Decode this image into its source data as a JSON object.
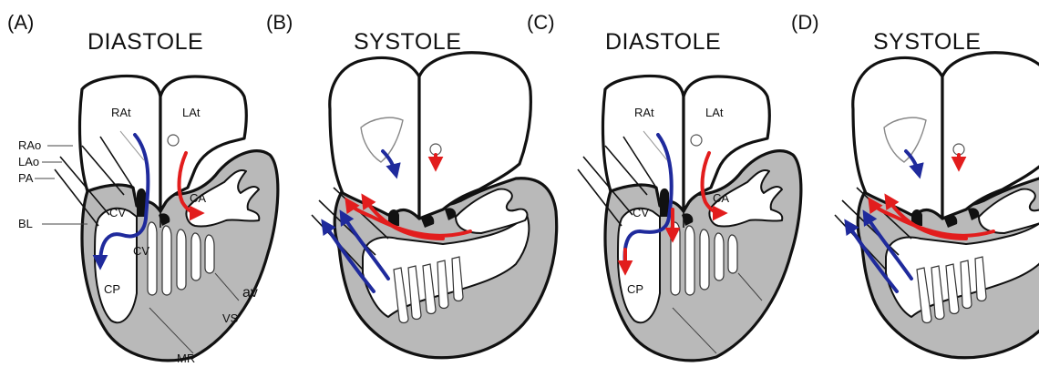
{
  "colors": {
    "systemic_flow": "#1f2a9c",
    "pulmonary_flow": "#e21d1d",
    "wall": "#b9b9b9"
  },
  "panels": [
    {
      "letter": "(A)",
      "title": "DIASTOLE"
    },
    {
      "letter": "(B)",
      "title": "SYSTOLE"
    },
    {
      "letter": "(C)",
      "title": "DIASTOLE"
    },
    {
      "letter": "(D)",
      "title": "SYSTOLE"
    }
  ],
  "labels_a": {
    "rat": "RAt",
    "lat": "LAt",
    "rao": "RAo",
    "lao": "LAo",
    "pa": "PA",
    "bl": "BL",
    "cv_upper": "CV",
    "cv_lower": "CV",
    "ca": "CA",
    "cp": "CP",
    "av": "av",
    "vs": "VS",
    "mr": "MR"
  },
  "labels_c": {
    "rat": "RAt",
    "lat": "LAt",
    "cv": "CV",
    "ca": "CA",
    "cp": "CP"
  }
}
